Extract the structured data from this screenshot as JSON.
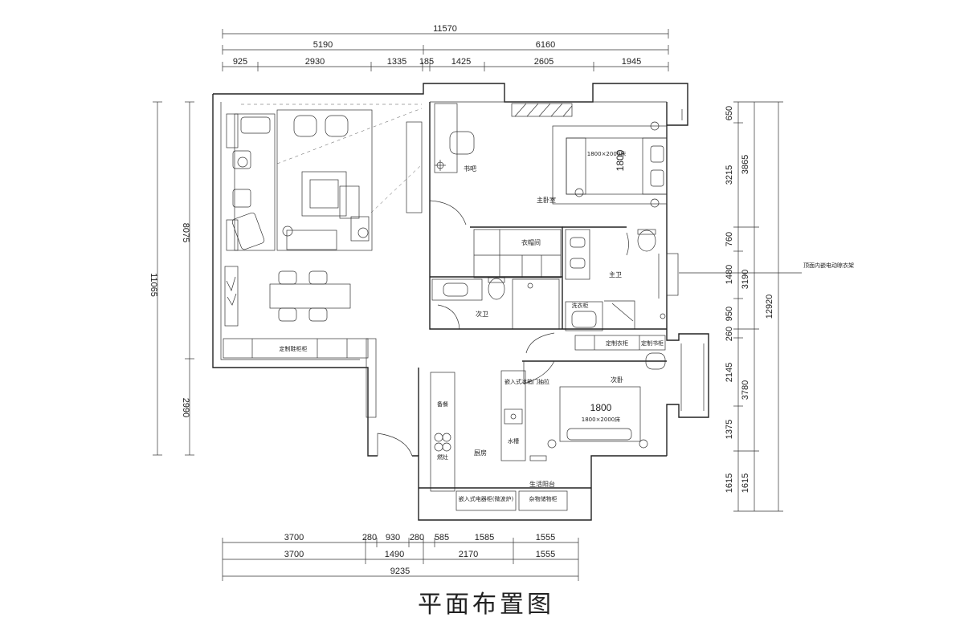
{
  "title": "平面布置图",
  "dimensions": {
    "top_total": "11570",
    "top_mid": [
      "5190",
      "6160"
    ],
    "top_detail": [
      "925",
      "2930",
      "1335",
      "185",
      "1425",
      "2605",
      "1945"
    ],
    "bottom_row1": [
      "3700",
      "280",
      "930",
      "280",
      "585",
      "1585",
      "1555"
    ],
    "bottom_row2": [
      "3700",
      "1490",
      "2170",
      "1555"
    ],
    "bottom_total": "9235",
    "left_main": [
      "8075",
      "2990"
    ],
    "left_total": "11065",
    "right_detail": [
      "650",
      "3215",
      "760",
      "1480",
      "950",
      "260",
      "2145",
      "1375",
      "1615"
    ],
    "right_mid": [
      "3865",
      "3190",
      "3780",
      "1615"
    ],
    "right_total": "12920"
  },
  "rooms": {
    "study_bar": "书吧",
    "master_bedroom": "主卧室",
    "wardrobe": "衣帽间",
    "master_bath": "主卫",
    "second_bath": "次卫",
    "laundry": "洗衣柜",
    "second_bedroom": "次卧",
    "kitchen": "厨房",
    "utility_balcony": "生活阳台"
  },
  "labels": {
    "shoe_cabinet": "定制鞋柜柜",
    "custom_wardrobe": "定制衣柜",
    "custom_cabinet": "定制书柜",
    "fridge": "嵌入式冰箱门抽拉",
    "sink": "水槽",
    "stove": "燃灶",
    "prep": "备餐",
    "wash_station": "嵌入式电器柜(微波炉)",
    "storage": "杂物储物柜",
    "drying_rack": "顶面内嵌电动晾衣架"
  },
  "beds": {
    "master_size": "1800×2000床",
    "master_width": "1800",
    "second_width": "1800",
    "second_size": "1800×2000床"
  }
}
